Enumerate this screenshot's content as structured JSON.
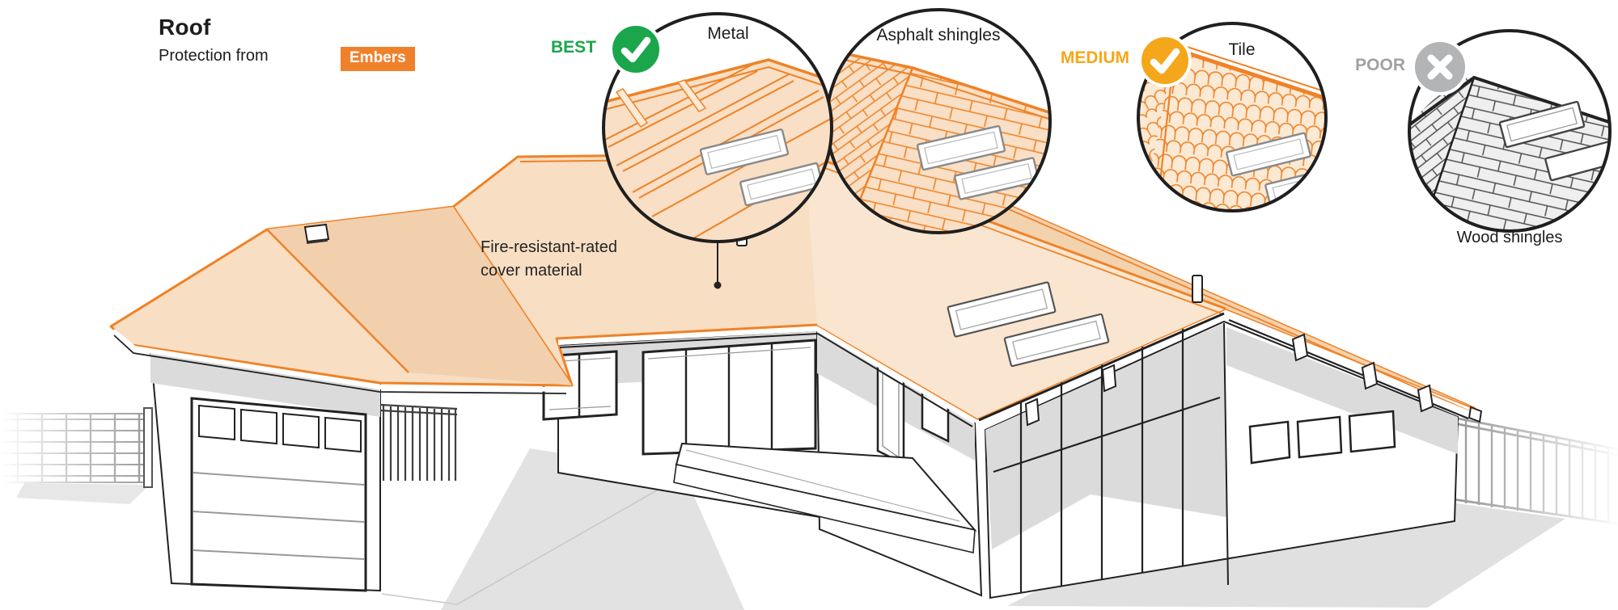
{
  "header": {
    "title": "Roof",
    "subtitle": "Protection from",
    "badge": "Embers"
  },
  "annotation": {
    "line1": "Fire-resistant-rated",
    "line2": "cover material"
  },
  "ratings": {
    "best": "BEST",
    "medium": "MEDIUM",
    "poor": "POOR"
  },
  "materials": {
    "metal": "Metal",
    "asphalt": "Asphalt shingles",
    "tile": "Tile",
    "wood": "Wood shingles"
  },
  "icons": {
    "best": "check-icon",
    "medium": "check-icon",
    "poor": "cross-icon"
  },
  "colors": {
    "accent_orange": "#F0812B",
    "roof_line_orange": "#EF8226",
    "roof_fill": "#F8DEC3",
    "best_green": "#1BA64B",
    "medium_amber": "#F5A71B",
    "poor_gray": "#A7A9AC",
    "text_dark": "#1D1D1D"
  }
}
